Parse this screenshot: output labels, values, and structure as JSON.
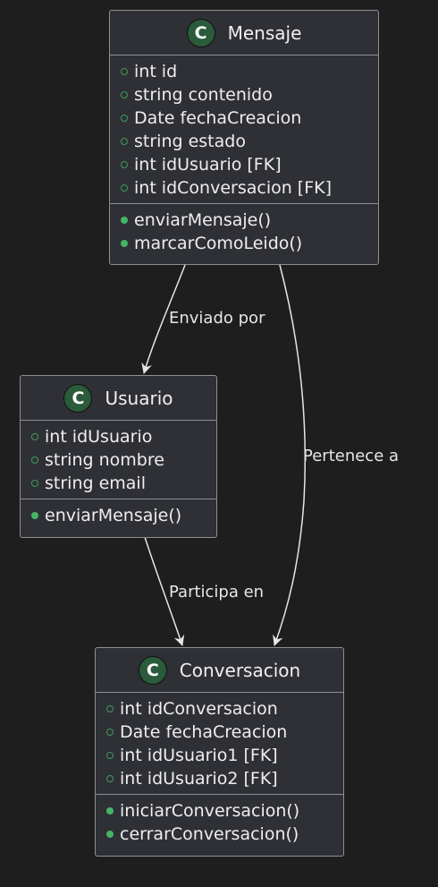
{
  "diagram": {
    "classes": {
      "mensaje": {
        "badge": "C",
        "name": "Mensaje",
        "attributes": [
          "int id",
          "string contenido",
          "Date fechaCreacion",
          "string estado",
          "int idUsuario [FK]",
          "int idConversacion [FK]"
        ],
        "methods": [
          "enviarMensaje()",
          "marcarComoLeido()"
        ]
      },
      "usuario": {
        "badge": "C",
        "name": "Usuario",
        "attributes": [
          "int idUsuario",
          "string nombre",
          "string email"
        ],
        "methods": [
          "enviarMensaje()"
        ]
      },
      "conversacion": {
        "badge": "C",
        "name": "Conversacion",
        "attributes": [
          "int idConversacion",
          "Date fechaCreacion",
          "int idUsuario1 [FK]",
          "int idUsuario2 [FK]"
        ],
        "methods": [
          "iniciarConversacion()",
          "cerrarConversacion()"
        ]
      }
    },
    "relations": [
      {
        "from": "Mensaje",
        "to": "Usuario",
        "label": "Enviado por"
      },
      {
        "from": "Mensaje",
        "to": "Conversacion",
        "label": "Pertenece a"
      },
      {
        "from": "Usuario",
        "to": "Conversacion",
        "label": "Participa en"
      }
    ]
  },
  "colors": {
    "background": "#1e1e1e",
    "box": "#2f3035",
    "border": "#8d8f94",
    "badge": "#2a5b3b",
    "visibility": "#44b566",
    "edge": "#e6e6e6"
  }
}
